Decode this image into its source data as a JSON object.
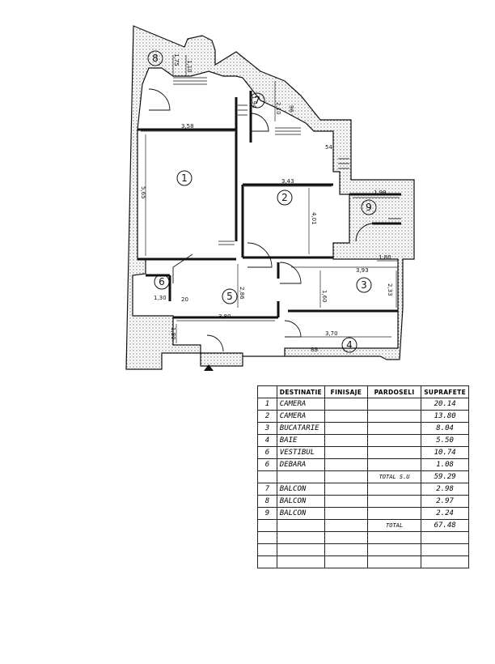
{
  "plan": {
    "rooms": [
      {
        "id": "room-1",
        "label": "1"
      },
      {
        "id": "room-2",
        "label": "2"
      },
      {
        "id": "room-3",
        "label": "3"
      },
      {
        "id": "room-4",
        "label": "4"
      },
      {
        "id": "room-5",
        "label": "5"
      },
      {
        "id": "room-6",
        "label": "6"
      },
      {
        "id": "room-7",
        "label": "7"
      },
      {
        "id": "room-8",
        "label": "8"
      },
      {
        "id": "room-9",
        "label": "9"
      }
    ],
    "dimensions": {
      "d_358": "3,58",
      "d_565": "5,65",
      "d_343": "3,43",
      "d_401": "4,01",
      "d_198": "1,98",
      "d_180": "1,80",
      "d_393": "3,93",
      "d_160": "1,60",
      "d_233": "2,33",
      "d_286": "2,86",
      "d_380": "3,80",
      "d_370": "3,70",
      "d_110a": "1,10",
      "d_175": "1,75",
      "d_194": "1,94",
      "d_210": "2,10",
      "d_096": "96",
      "d_054": "54",
      "d_089": "89",
      "d_020": "20",
      "d_130": "1,30",
      "d_180b": "1,80"
    }
  },
  "legend": {
    "headers": [
      "DESTINATIE",
      "FINISAJE",
      "PARDOSELI",
      "SUPRAFETE"
    ],
    "rows": [
      {
        "nr": "1",
        "dest": "CAMERA",
        "finisaje": "",
        "pardoseli": "",
        "suprafata": "20.14"
      },
      {
        "nr": "2",
        "dest": "CAMERA",
        "finisaje": "",
        "pardoseli": "",
        "suprafata": "13.80"
      },
      {
        "nr": "3",
        "dest": "BUCATARIE",
        "finisaje": "",
        "pardoseli": "",
        "suprafata": "8.04"
      },
      {
        "nr": "4",
        "dest": "BAIE",
        "finisaje": "",
        "pardoseli": "",
        "suprafata": "5.50"
      },
      {
        "nr": "6",
        "dest": "VESTIBUL",
        "finisaje": "",
        "pardoseli": "",
        "suprafata": "10.74"
      },
      {
        "nr": "6",
        "dest": "DEBARA",
        "finisaje": "",
        "pardoseli": "",
        "suprafata": "1.08"
      },
      {
        "nr": "",
        "dest": "",
        "finisaje": "",
        "pardoseli": "TOTAL S.U",
        "suprafata": "59.29"
      },
      {
        "nr": "7",
        "dest": "BALCON",
        "finisaje": "",
        "pardoseli": "",
        "suprafata": "2.98"
      },
      {
        "nr": "8",
        "dest": "BALCON",
        "finisaje": "",
        "pardoseli": "",
        "suprafata": "2.97"
      },
      {
        "nr": "9",
        "dest": "BALCON",
        "finisaje": "",
        "pardoseli": "",
        "suprafata": "2.24"
      },
      {
        "nr": "",
        "dest": "",
        "finisaje": "",
        "pardoseli": "TOTAL",
        "suprafata": "67.48"
      },
      {
        "nr": "",
        "dest": "",
        "finisaje": "",
        "pardoseli": "",
        "suprafata": ""
      },
      {
        "nr": "",
        "dest": "",
        "finisaje": "",
        "pardoseli": "",
        "suprafata": ""
      },
      {
        "nr": "",
        "dest": "",
        "finisaje": "",
        "pardoseli": "",
        "suprafata": ""
      }
    ]
  }
}
